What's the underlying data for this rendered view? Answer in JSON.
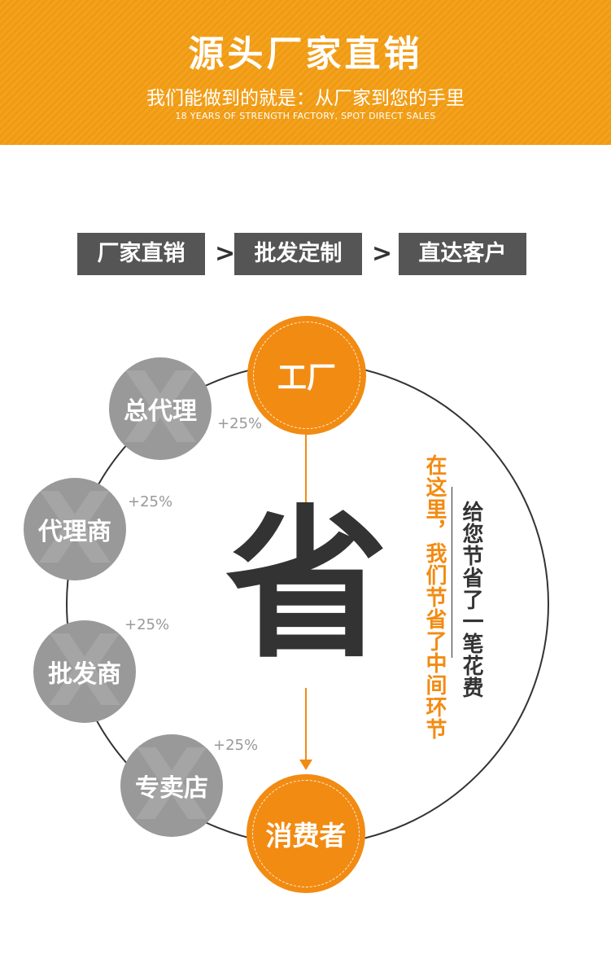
{
  "banner": {
    "title": "源头厂家直销",
    "subtitle": "我们能做到的就是：从厂家到您的手里",
    "english": "18 YEARS OF STRENGTH FACTORY, SPOT DIRECT SALES"
  },
  "steps": [
    {
      "label": "厂家直销"
    },
    {
      "label": ">"
    },
    {
      "label": "批发定制"
    },
    {
      "label": ">"
    },
    {
      "label": "直达客户"
    }
  ],
  "diagram": {
    "factory": "工厂",
    "consumer": "消费者",
    "center_char": "省",
    "x_mark": "X",
    "middlemen": [
      {
        "label": "总代理",
        "markup": "+25%"
      },
      {
        "label": "代理商",
        "markup": "+25%"
      },
      {
        "label": "批发商",
        "markup": "+25%"
      },
      {
        "label": "专卖店",
        "markup": "+25%"
      }
    ],
    "slogan_orange": "在这里，我们节省了中间环节",
    "slogan_dark": "给您节省了一笔花费"
  },
  "colors": {
    "banner": "#f4a21d",
    "accent": "#f28b12",
    "gray_circle": "#999999",
    "step_bg": "#555555",
    "text_dark": "#333333"
  }
}
